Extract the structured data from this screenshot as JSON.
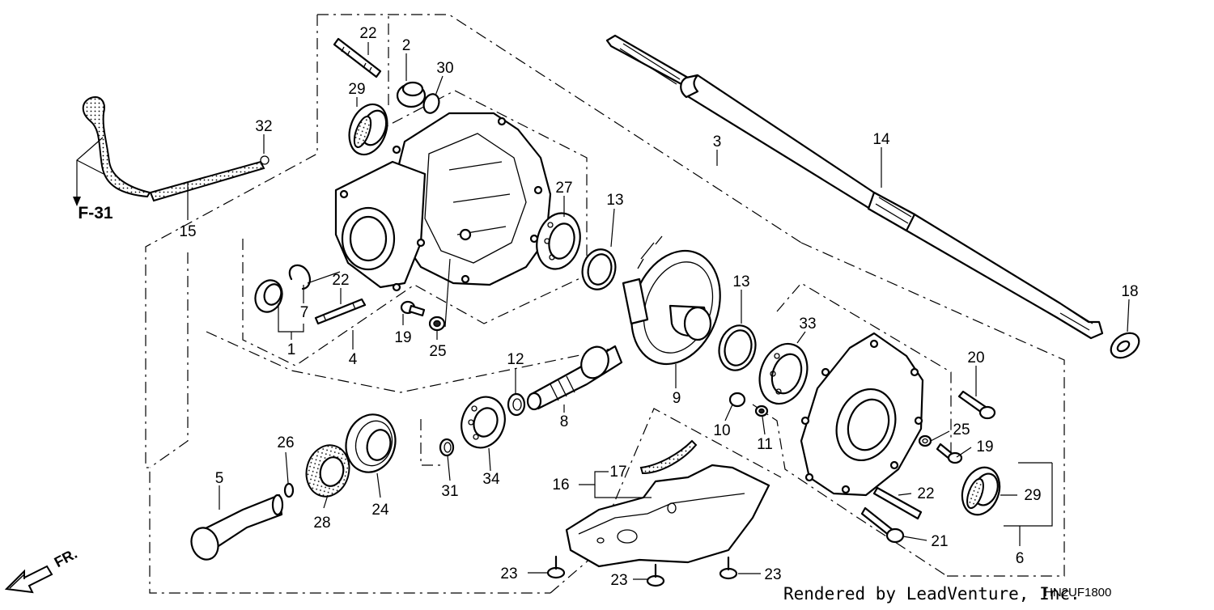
{
  "diagram": {
    "callouts": [
      "22",
      "2",
      "30",
      "29",
      "32",
      "15",
      "27",
      "13",
      "3",
      "14",
      "7",
      "22",
      "1",
      "4",
      "19",
      "25",
      "12",
      "9",
      "13",
      "33",
      "18",
      "20",
      "8",
      "10",
      "11",
      "25",
      "19",
      "26",
      "5",
      "28",
      "24",
      "31",
      "34",
      "17",
      "16",
      "22",
      "29",
      "21",
      "6",
      "23",
      "23",
      "23"
    ],
    "ref_label": "F-31",
    "fr_label": "FR.",
    "credit": "Rendered by LeadVenture, Inc.",
    "diagram_code": "HN2UF1800"
  }
}
